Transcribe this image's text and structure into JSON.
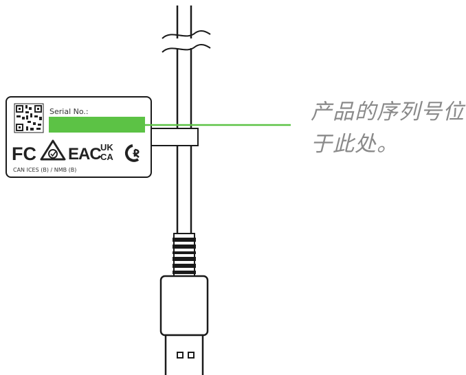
{
  "label": {
    "serial_label": "Serial No.:",
    "cert_marks": {
      "fcc": "FC",
      "eac": "EAC",
      "ukca_top": "UK",
      "ukca_bottom": "CA"
    },
    "compliance_text": "CAN ICES (B) / NMB (B)"
  },
  "callout": {
    "text": "产品的序列号位\n于此处。"
  },
  "colors": {
    "highlight": "#5cc245",
    "callout_line": "#5cc245",
    "outline": "#1a1a1a",
    "caption": "#8a8a8a"
  },
  "icons": [
    "qr-code-icon",
    "fcc-icon",
    "recycle-mark-icon",
    "eac-icon",
    "ukca-icon",
    "rcm-icon"
  ]
}
